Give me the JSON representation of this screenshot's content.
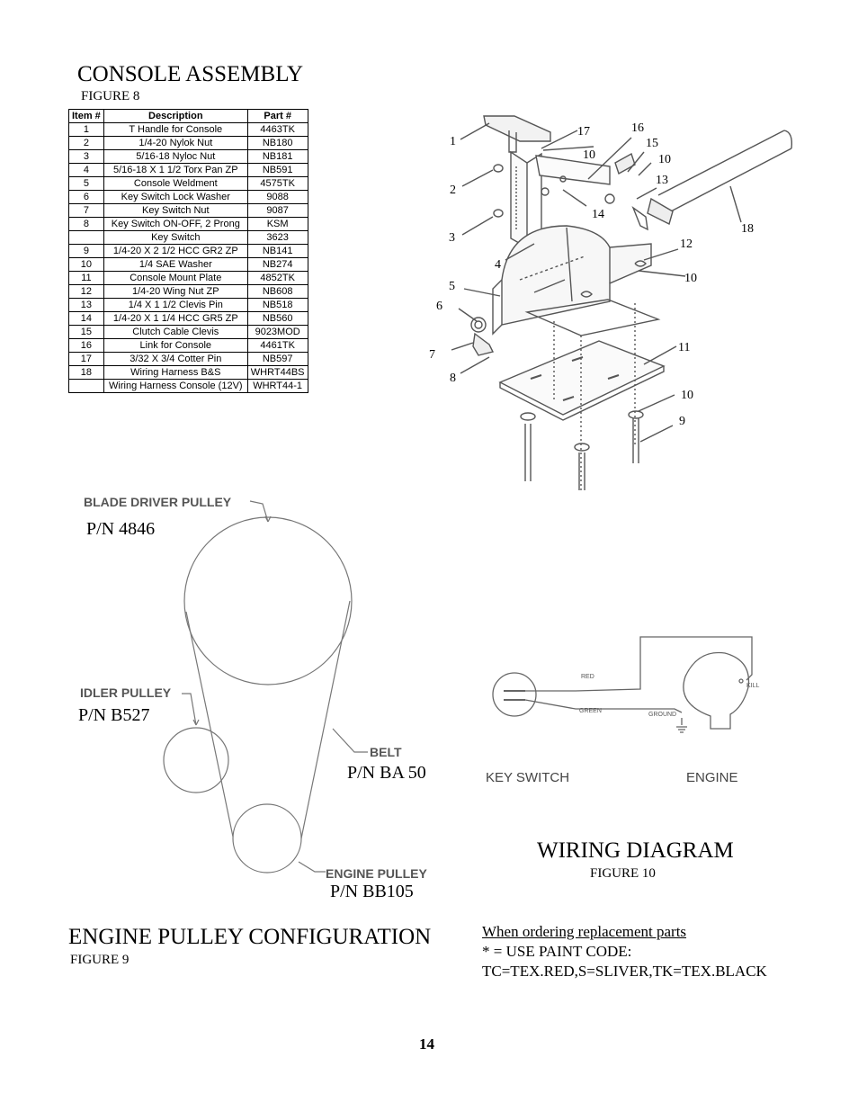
{
  "console": {
    "title": "CONSOLE ASSEMBLY",
    "figure": "FIGURE 8",
    "headers": [
      "Item #",
      "Description",
      "Part #"
    ],
    "rows": [
      [
        "1",
        "T Handle for Console",
        "4463TK"
      ],
      [
        "2",
        "1/4-20 Nylok Nut",
        "NB180"
      ],
      [
        "3",
        "5/16-18 Nyloc Nut",
        "NB181"
      ],
      [
        "4",
        "5/16-18 X 1 1/2 Torx Pan ZP",
        "NB591"
      ],
      [
        "5",
        "Console Weldment",
        "4575TK"
      ],
      [
        "6",
        "Key Switch Lock Washer",
        "9088"
      ],
      [
        "7",
        "Key Switch Nut",
        "9087"
      ],
      [
        "8",
        "Key Switch ON-OFF, 2 Prong",
        "KSM"
      ],
      [
        "",
        "Key Switch",
        "3623"
      ],
      [
        "9",
        "1/4-20 X 2 1/2 HCC GR2 ZP",
        "NB141"
      ],
      [
        "10",
        "1/4 SAE Washer",
        "NB274"
      ],
      [
        "11",
        "Console Mount Plate",
        "4852TK"
      ],
      [
        "12",
        "1/4-20 Wing Nut ZP",
        "NB608"
      ],
      [
        "13",
        "1/4 X 1 1/2 Clevis Pin",
        "NB518"
      ],
      [
        "14",
        "1/4-20 X 1 1/4 HCC GR5 ZP",
        "NB560"
      ],
      [
        "15",
        "Clutch Cable Clevis",
        "9023MOD"
      ],
      [
        "16",
        "Link for Console",
        "4461TK"
      ],
      [
        "17",
        "3/32 X 3/4 Cotter Pin",
        "NB597"
      ],
      [
        "18",
        "Wiring Harness B&S",
        "WHRT44BS"
      ],
      [
        "",
        "Wiring Harness Console (12V)",
        "WHRT44-1"
      ]
    ],
    "callouts": [
      "1",
      "2",
      "3",
      "4",
      "5",
      "6",
      "7",
      "8",
      "17",
      "10",
      "16",
      "15",
      "10",
      "13",
      "14",
      "18",
      "12",
      "10",
      "11",
      "10",
      "9"
    ]
  },
  "pulley": {
    "blade_label": "BLADE DRIVER PULLEY",
    "blade_pn": "P/N 4846",
    "idler_label": "IDLER PULLEY",
    "idler_pn": "P/N B527",
    "belt_label": "BELT",
    "belt_pn": "P/N BA 50",
    "engine_label": "ENGINE PULLEY",
    "engine_pn": "P/N BB105",
    "title": "ENGINE PULLEY CONFIGURATION",
    "figure": "FIGURE 9"
  },
  "wiring": {
    "red": "RED",
    "green": "GREEN",
    "ground": "GROUND",
    "kill": "KILL",
    "key_switch": "KEY SWITCH",
    "engine": "ENGINE",
    "title": "WIRING DIAGRAM",
    "figure": "FIGURE 10"
  },
  "ordering": {
    "heading": "When ordering replacement parts",
    "line1": "* = USE PAINT CODE:",
    "line2": "TC=TEX.RED,S=SLIVER,TK=TEX.BLACK"
  },
  "page_number": "14"
}
